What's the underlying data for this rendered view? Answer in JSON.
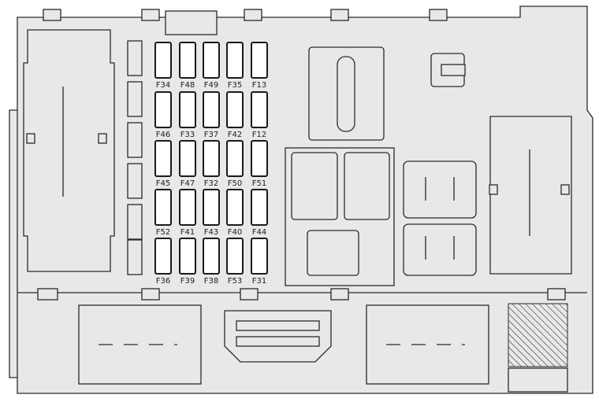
{
  "diagram": {
    "title": "",
    "fuse_grid": [
      [
        "F34",
        "F48",
        "F49",
        "F35",
        "F13"
      ],
      [
        "F46",
        "F33",
        "F37",
        "F42",
        "F12"
      ],
      [
        "F45",
        "F47",
        "F32",
        "F50",
        "F51"
      ],
      [
        "F52",
        "F41",
        "F43",
        "F40",
        "F44"
      ],
      [
        "F36",
        "F39",
        "F38",
        "F53",
        "F31"
      ]
    ]
  }
}
